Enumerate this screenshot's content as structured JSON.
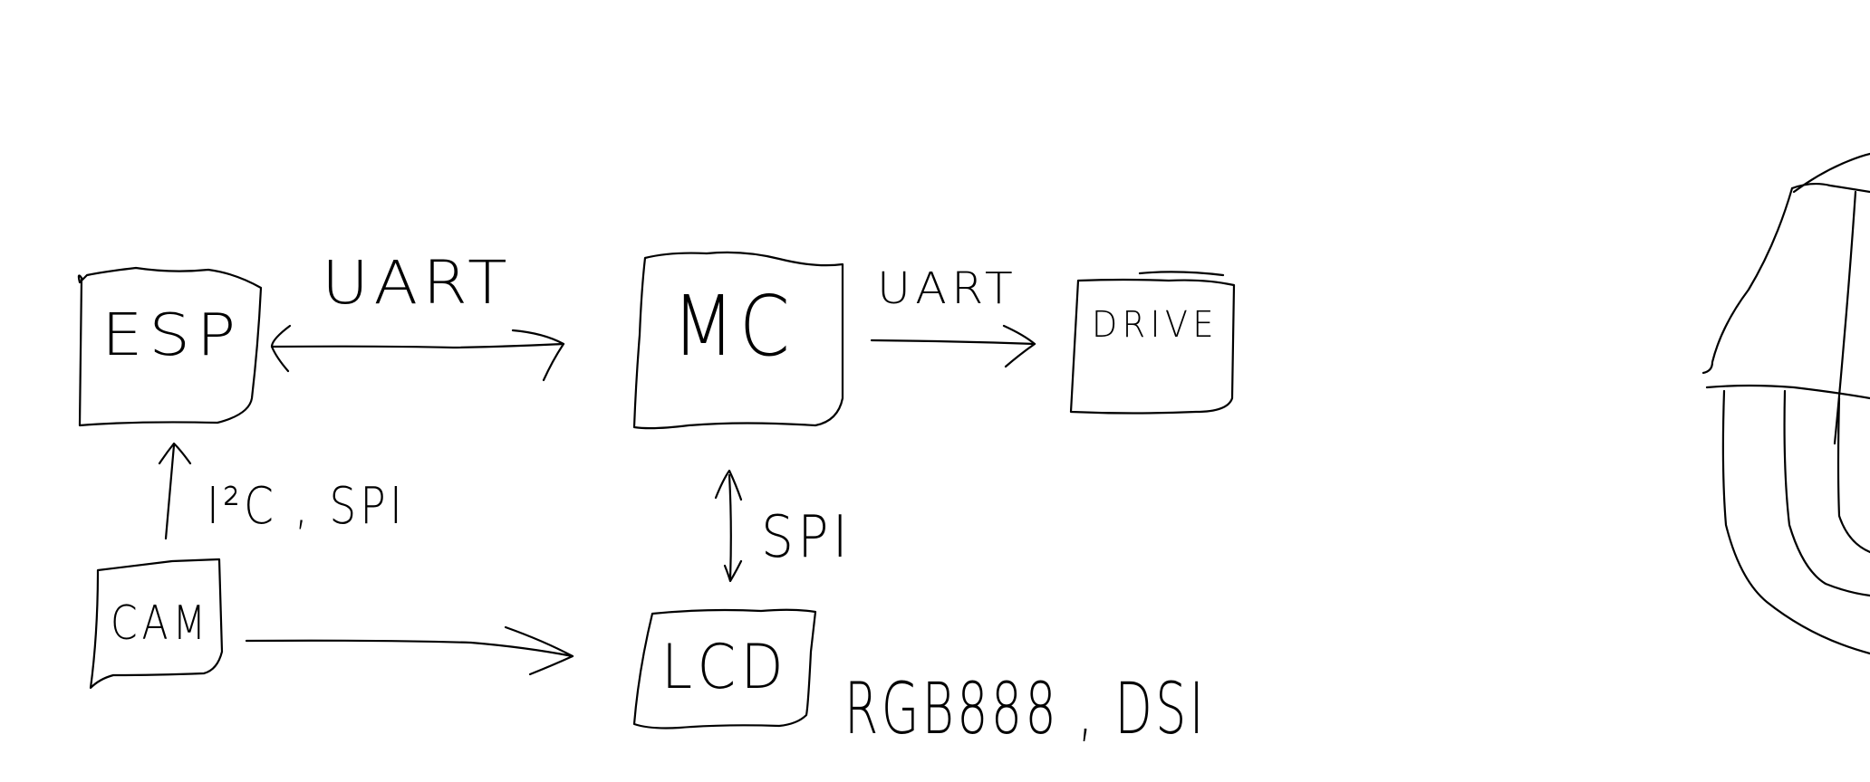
{
  "diagram": {
    "nodes": {
      "esp": {
        "label": "ESP"
      },
      "mc": {
        "label": "MC"
      },
      "drive": {
        "label": "DRIVE"
      },
      "cam": {
        "label": "CAM"
      },
      "lcd": {
        "label": "LCD"
      }
    },
    "edges": {
      "esp_mc": {
        "label": "UART",
        "from": "esp",
        "to": "mc",
        "direction": "both"
      },
      "mc_drive": {
        "label": "UART",
        "from": "mc",
        "to": "drive",
        "direction": "forward"
      },
      "cam_esp": {
        "label": "I²C , SPI",
        "from": "cam",
        "to": "esp",
        "direction": "forward"
      },
      "mc_lcd": {
        "label": "SPI",
        "from": "mc",
        "to": "lcd",
        "direction": "both"
      },
      "cam_lcd": {
        "label": "",
        "from": "cam",
        "to": "lcd",
        "direction": "forward"
      }
    },
    "annotations": {
      "lcd_interface": "RGB888 , DSI"
    }
  },
  "colors": {
    "ink": "#000000",
    "background": "#ffffff"
  }
}
